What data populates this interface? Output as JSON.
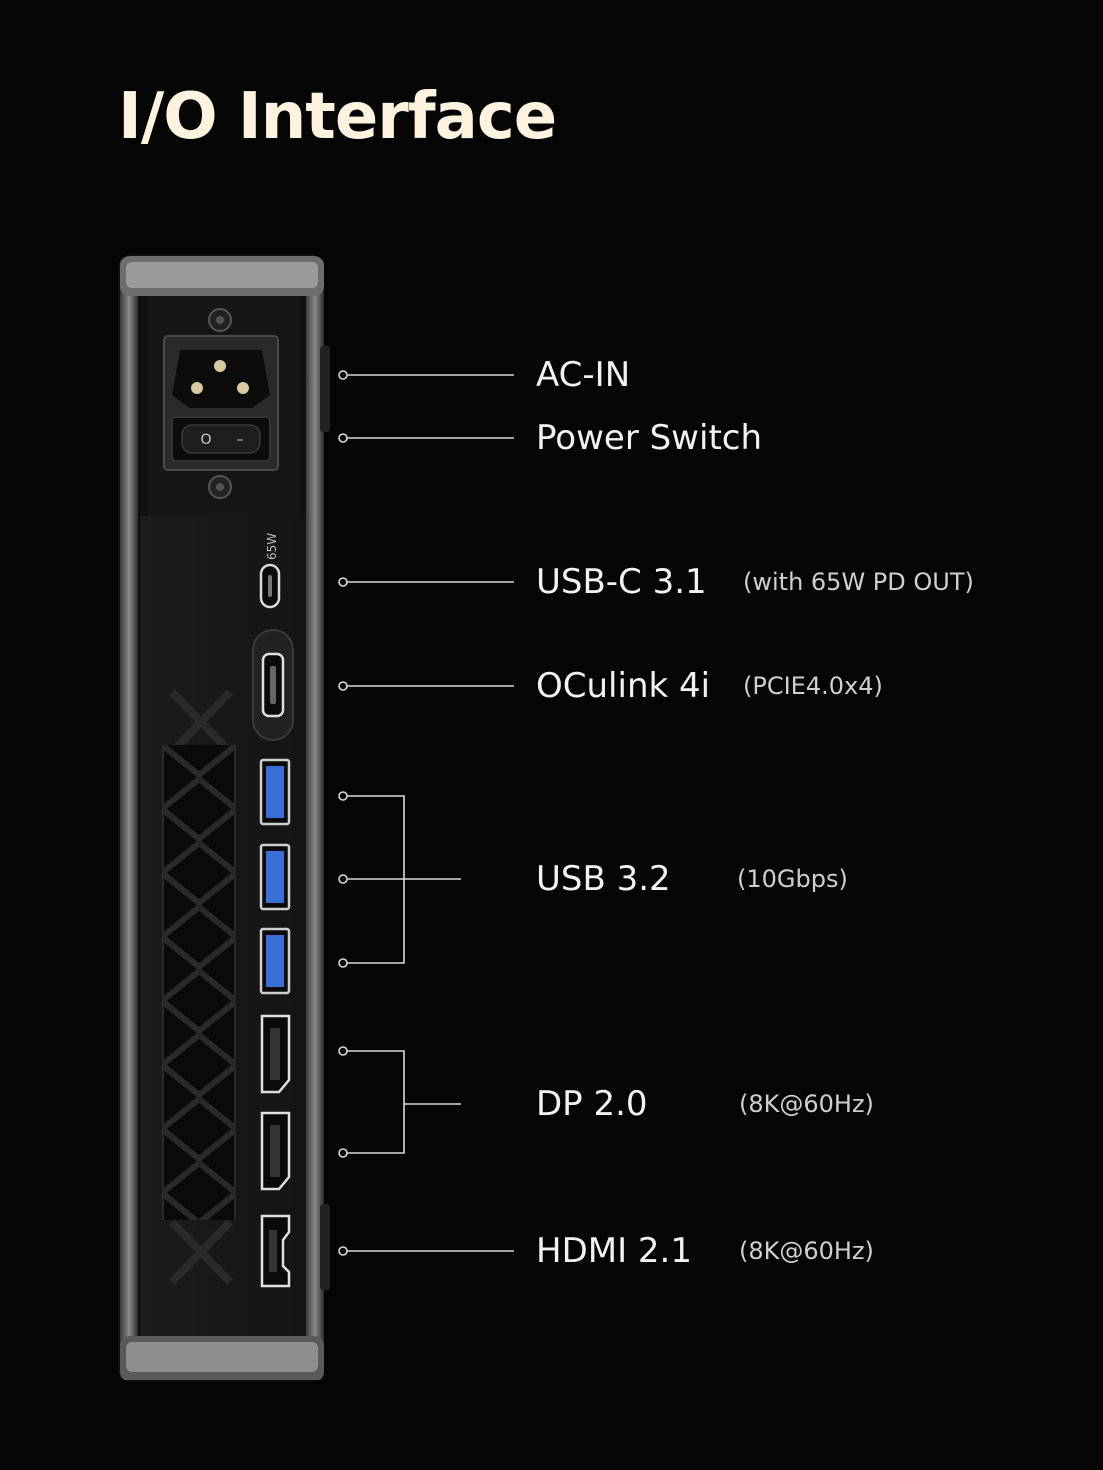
{
  "title": "I/O Interface",
  "device": {
    "usbc_power_marking": "65W",
    "switch_off_symbol": "O",
    "switch_on_symbol": "–"
  },
  "ports": [
    {
      "name": "AC-IN",
      "note": ""
    },
    {
      "name": "Power Switch",
      "note": ""
    },
    {
      "name": "USB-C 3.1",
      "note": "(with 65W PD OUT)"
    },
    {
      "name": "OCulink 4i",
      "note": "(PCIE4.0x4)"
    },
    {
      "name": "USB 3.2",
      "note": "(10Gbps)"
    },
    {
      "name": "DP 2.0",
      "note": "(8K@60Hz)"
    },
    {
      "name": "HDMI 2.1",
      "note": "(8K@60Hz)"
    }
  ],
  "colors": {
    "background": "#050505",
    "title": "#fdf3df",
    "usb_blue": "#3b6fd8",
    "leader_line": "#d8d8d8"
  }
}
